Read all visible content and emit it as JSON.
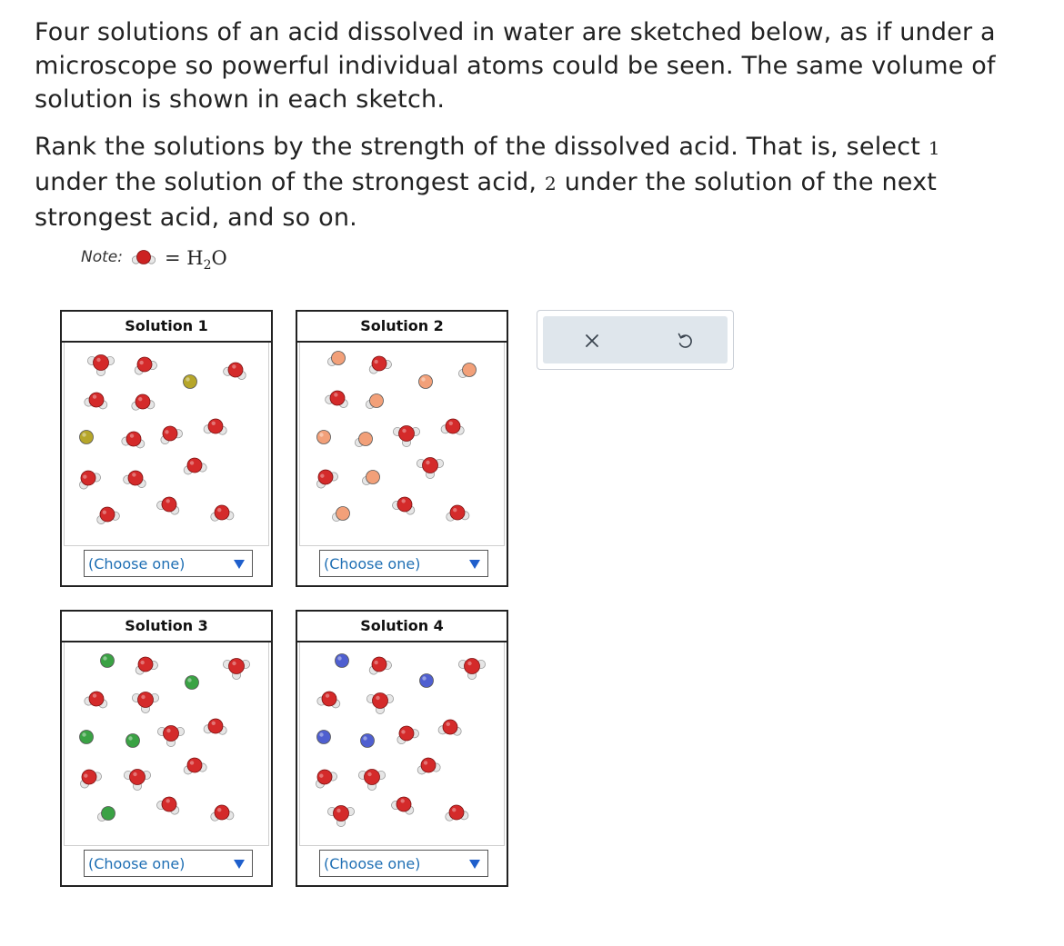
{
  "intro_text": "Four solutions of an acid dissolved in water are sketched below, as if under a microscope so powerful individual atoms could be seen. The same volume of solution is shown in each sketch.",
  "rank_text": {
    "a": "Rank the solutions by the strength of the dissolved acid. That is, select",
    "one": "1",
    "b": "under the solution of the strongest acid,",
    "two": "2",
    "c": "under the solution of the next strongest acid, and so on."
  },
  "note": {
    "label": "Note:",
    "eq_prefix": "= H",
    "eq_sub": "2",
    "eq_suffix": "O",
    "icon": "water-molecule-icon"
  },
  "colors": {
    "oxygen": "#d42a2a",
    "hydrogen": "#e6e6e6",
    "chlorine": "#3aa244",
    "blue_atom": "#4f5fd0",
    "yellow_atom": "#b6a62a",
    "peach_atom": "#f2a079",
    "link": "#1f6fb4"
  },
  "panels": [
    {
      "title": "Solution 1",
      "select": "(Choose one)",
      "anion_color": "#b6a62a"
    },
    {
      "title": "Solution 2",
      "select": "(Choose one)",
      "anion_color": "#f2a079"
    },
    {
      "title": "Solution 3",
      "select": "(Choose one)",
      "anion_color": "#3aa244"
    },
    {
      "title": "Solution 4",
      "select": "(Choose one)",
      "anion_color": "#4f5fd0"
    }
  ],
  "tools": {
    "close_icon": "close-icon",
    "undo_icon": "undo-icon"
  }
}
